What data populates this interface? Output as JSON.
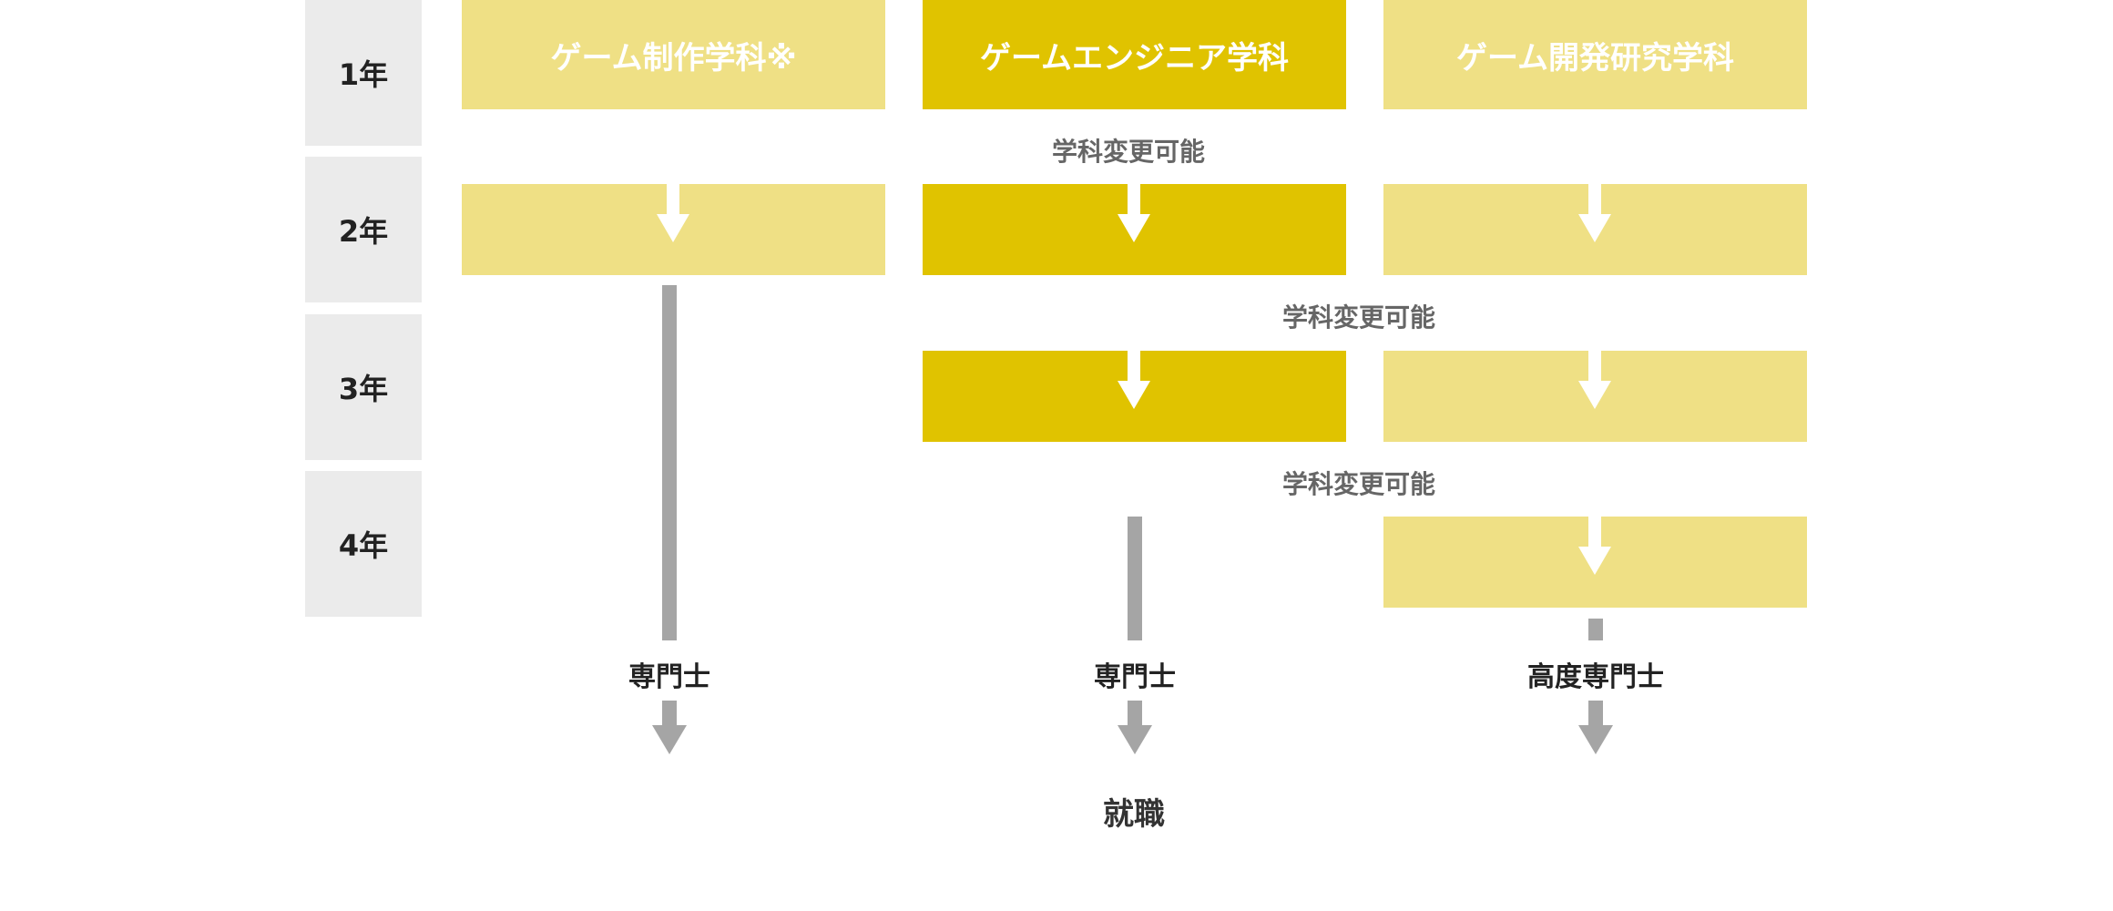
{
  "years": [
    "1年",
    "2年",
    "3年",
    "4年"
  ],
  "departments": {
    "creation": "ゲーム制作学科※",
    "engineer": "ゲームエンジニア学科",
    "research": "ゲーム開発研究学科"
  },
  "change_labels": [
    "学科変更可能",
    "学科変更可能",
    "学科変更可能"
  ],
  "outcomes": {
    "creation": "専門士",
    "engineer": "専門士",
    "research": "高度専門士"
  },
  "final": "就職",
  "colors": {
    "light": "#efe085",
    "dark": "#e0c300",
    "year_bg": "#ebebeb",
    "arrow_gray": "#a5a5a5"
  }
}
